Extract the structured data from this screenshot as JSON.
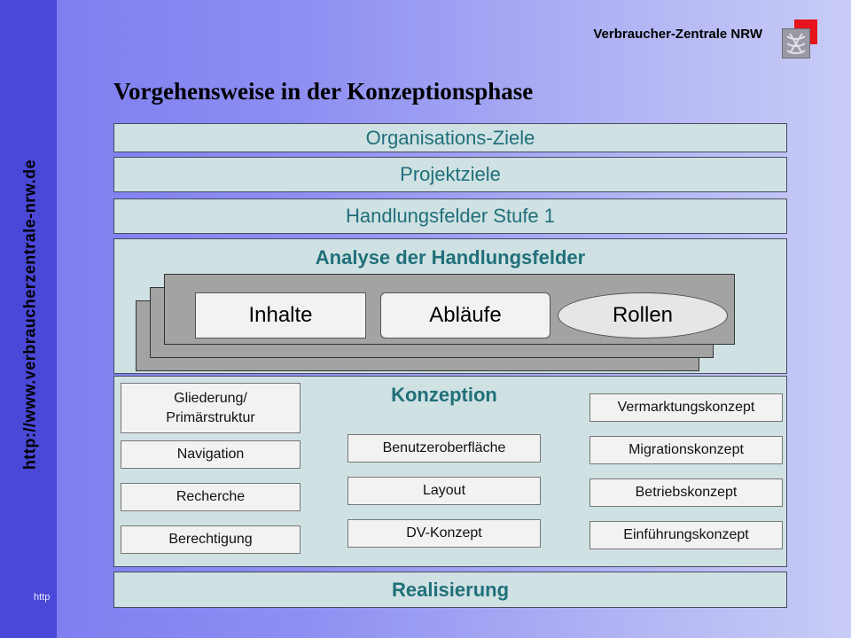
{
  "sidebar": {
    "url": "http://www.verbraucherzentrale-nrw.de",
    "mark": "http"
  },
  "header": {
    "org": "Verbraucher-Zentrale NRW",
    "logo_icon": "vz-nrw-logo-icon"
  },
  "page_title": "Vorgehensweise in der Konzeptionsphase",
  "levels": {
    "organisations_ziele": "Organisations-Ziele",
    "projektziele": "Projektziele",
    "handlungsfelder": "Handlungsfelder Stufe 1"
  },
  "analyse": {
    "title": "Analyse der Handlungsfelder",
    "items": [
      "Inhalte",
      "Abläufe",
      "Rollen"
    ]
  },
  "konzeption": {
    "title": "Konzeption",
    "left": [
      "Gliederung/\nPrimärstruktur",
      "Navigation",
      "Recherche",
      "Berechtigung"
    ],
    "middle": [
      "Benutzeroberfläche",
      "Layout",
      "DV-Konzept"
    ],
    "right": [
      "Vermarktungskonzept",
      "Migrationskonzept",
      "Betriebskonzept",
      "Einführungskonzept"
    ]
  },
  "realisierung": "Realisierung",
  "colors": {
    "panel": "#cfe1e3",
    "heading": "#20707a",
    "sidebar": "#4a48d6",
    "logo_red": "#e8141c"
  }
}
